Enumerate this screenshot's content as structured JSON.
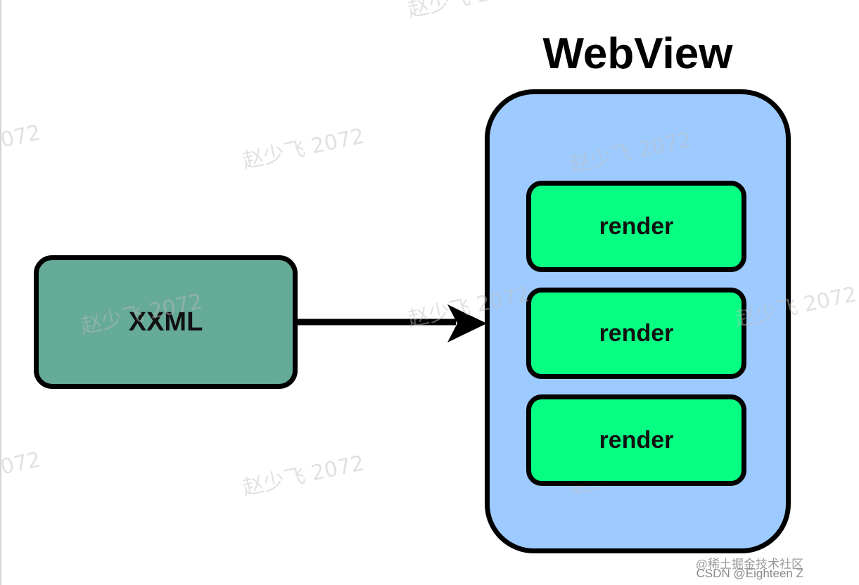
{
  "diagram": {
    "title": "WebView",
    "source_node": {
      "label": "XXML",
      "color": "#66aa98"
    },
    "container": {
      "label": "WebView",
      "color": "#9ecbff"
    },
    "render_nodes": [
      {
        "label": "render"
      },
      {
        "label": "render"
      },
      {
        "label": "render"
      }
    ],
    "render_color": "#06ff83",
    "edges": [
      {
        "from": "XXML",
        "to": "WebView"
      }
    ]
  },
  "watermarks": [
    "赵少飞 2072",
    "赵少飞 2072",
    "赵少飞 2072",
    "赵少飞 2072",
    "赵少飞 2072",
    "赵少飞 2072",
    "赵少飞 2072",
    "赵少飞 2072",
    "赵少飞 2072",
    "赵少飞 2072"
  ],
  "credits": {
    "line1": "@稀土掘金技术社区",
    "line2": "CSDN @Eighteen Z"
  }
}
